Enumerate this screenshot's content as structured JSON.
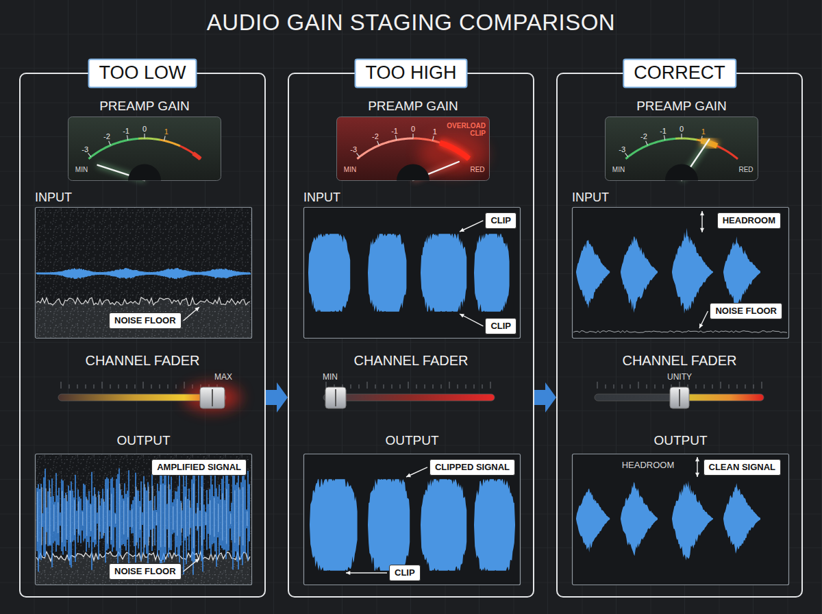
{
  "diagram": {
    "title": "AUDIO GAIN STAGING COMPARISON",
    "nodes": [
      {
        "text": [
          "TOO LOW"
        ]
      },
      {
        "text": [
          "PREAMP GAIN",
          "-3",
          "-2",
          "-1",
          "0",
          "1",
          "MIN"
        ],
        "in": 0
      },
      {
        "text": [
          "INPUT"
        ],
        "in": 0
      },
      {
        "text": [
          "NOISE FLOOR"
        ],
        "in": 2
      },
      {
        "text": [
          "OUTPUT"
        ],
        "in": 0
      },
      {
        "text": [
          "AMPLIFIED SIGNAL"
        ],
        "in": 4
      },
      {
        "text": [
          "NOISE FLOOR"
        ],
        "in": 4
      },
      {
        "text": [
          "TOO HIGH"
        ]
      },
      {
        "text": [
          "PREAMP GAIN",
          "-3",
          "-2",
          "-1",
          "0",
          "1",
          "OVERLOAD CLIP",
          "MIN",
          "RED"
        ],
        "in": 7
      },
      {
        "text": [
          "INPUT"
        ],
        "in": 7
      },
      {
        "text": [
          "CLIP"
        ],
        "in": 9
      },
      {
        "text": [
          "CLIP"
        ],
        "in": 9
      },
      {
        "text": [
          "OUTPUT"
        ],
        "in": 7
      },
      {
        "text": [
          "CLIPPED SIGNAL"
        ],
        "in": 12
      },
      {
        "text": [
          "CLIP"
        ],
        "in": 12
      },
      {
        "text": [
          "CORRECT"
        ]
      },
      {
        "text": [
          "PREAMP GAIN",
          "-3",
          "-2",
          "-1",
          "0",
          "1",
          "MIN",
          "RED"
        ],
        "in": 15
      },
      {
        "text": [
          "INPUT"
        ],
        "in": 15
      },
      {
        "text": [
          "HEADROOM"
        ],
        "in": 17
      },
      {
        "text": [
          "NOISE FLOOR"
        ],
        "in": 17
      },
      {
        "text": [
          "OUTPUT"
        ],
        "in": 15
      },
      {
        "text": [
          "CLEAN SIGNAL"
        ],
        "in": 20
      }
    ],
    "edges": [
      {
        "from": 0,
        "to": 7,
        "arrow": "to"
      },
      {
        "from": 7,
        "to": 15,
        "arrow": "to"
      }
    ],
    "labels": [
      "CHANNEL FADER",
      "MAX",
      "CHANNEL FADER",
      "MIN",
      "CHANNEL FADER",
      "UNITY",
      "HEADROOM"
    ]
  }
}
